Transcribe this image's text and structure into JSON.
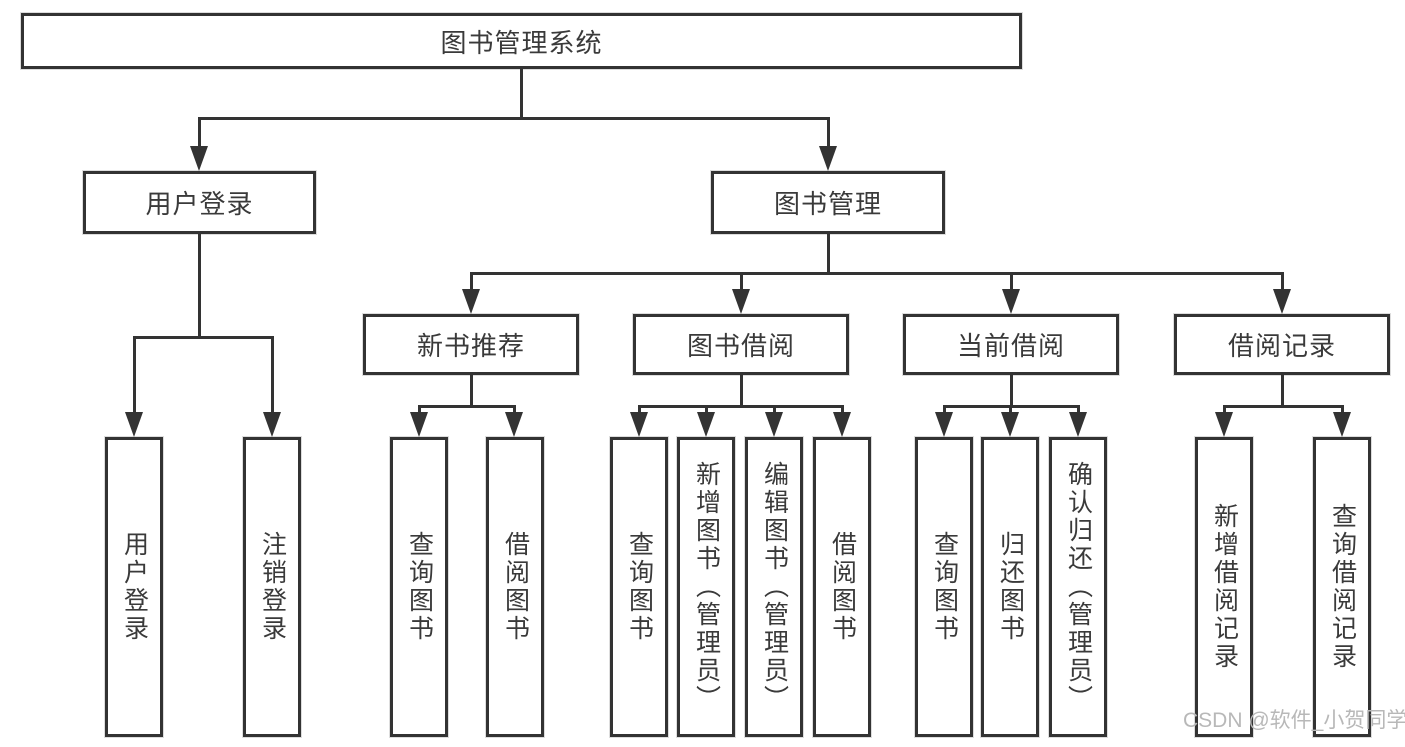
{
  "colors": {
    "line": "#333333",
    "text": "#3a3a3a",
    "watermark": "#b8b8b8",
    "background": "#ffffff"
  },
  "watermark": "CSDN @软件_小贺同学",
  "tree": {
    "root": {
      "label": "图书管理系统"
    },
    "branches": [
      {
        "label": "用户登录",
        "children": [
          {
            "label": "用户登录"
          },
          {
            "label": "注销登录"
          }
        ]
      },
      {
        "label": "图书管理",
        "children": [
          {
            "label": "新书推荐",
            "children": [
              {
                "label": "查询图书"
              },
              {
                "label": "借阅图书"
              }
            ]
          },
          {
            "label": "图书借阅",
            "children": [
              {
                "label": "查询图书"
              },
              {
                "label": "新增图书（管理员）"
              },
              {
                "label": "编辑图书（管理员）"
              },
              {
                "label": "借阅图书"
              }
            ]
          },
          {
            "label": "当前借阅",
            "children": [
              {
                "label": "查询图书"
              },
              {
                "label": "归还图书"
              },
              {
                "label": "确认归还（管理员）"
              }
            ]
          },
          {
            "label": "借阅记录",
            "children": [
              {
                "label": "新增借阅记录"
              },
              {
                "label": "查询借阅记录"
              }
            ]
          }
        ]
      }
    ]
  }
}
